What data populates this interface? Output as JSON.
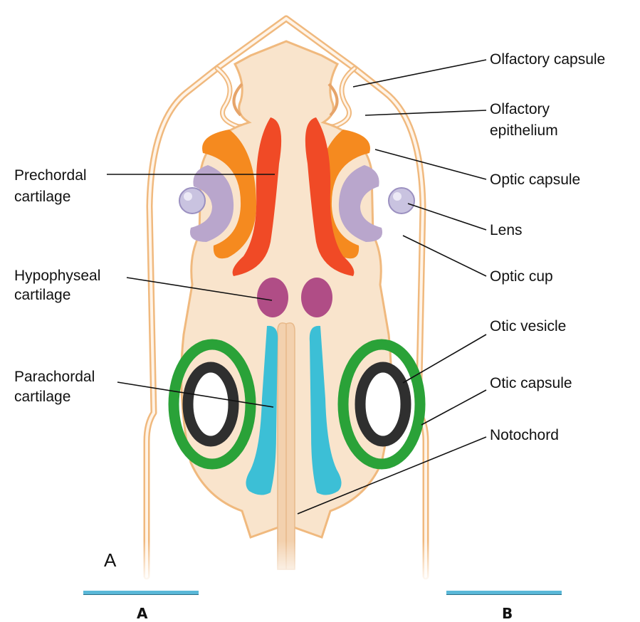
{
  "labels": {
    "olfactory_capsule": "Olfactory capsule",
    "olfactory_epithelium_1": "Olfactory",
    "olfactory_epithelium_2": "epithelium",
    "optic_capsule": "Optic capsule",
    "lens": "Lens",
    "optic_cup": "Optic cup",
    "otic_vesicle": "Otic vesicle",
    "otic_capsule": "Otic capsule",
    "notochord": "Notochord",
    "prechordal_1": "Prechordal",
    "prechordal_2": "cartilage",
    "hypophyseal_1": "Hypophyseal",
    "hypophyseal_2": "cartilage",
    "parachordal_1": "Parachordal",
    "parachordal_2": "cartilage"
  },
  "panel_letter": "A",
  "bottom_labels": {
    "left": "A",
    "right": "B"
  },
  "colors": {
    "body_fill": "#f9e4cc",
    "outline": "#f0b97e",
    "prechordal": "#f04a26",
    "optic_capsule": "#f58a1f",
    "optic_cup": "#b9a6cc",
    "lens": "#c9c3e0",
    "hypophyseal": "#b04d86",
    "parachordal": "#3cbfd6",
    "otic_capsule": "#2aa238",
    "otic_vesicle": "#2f2f2f",
    "notochord": "#f3d1ae"
  }
}
